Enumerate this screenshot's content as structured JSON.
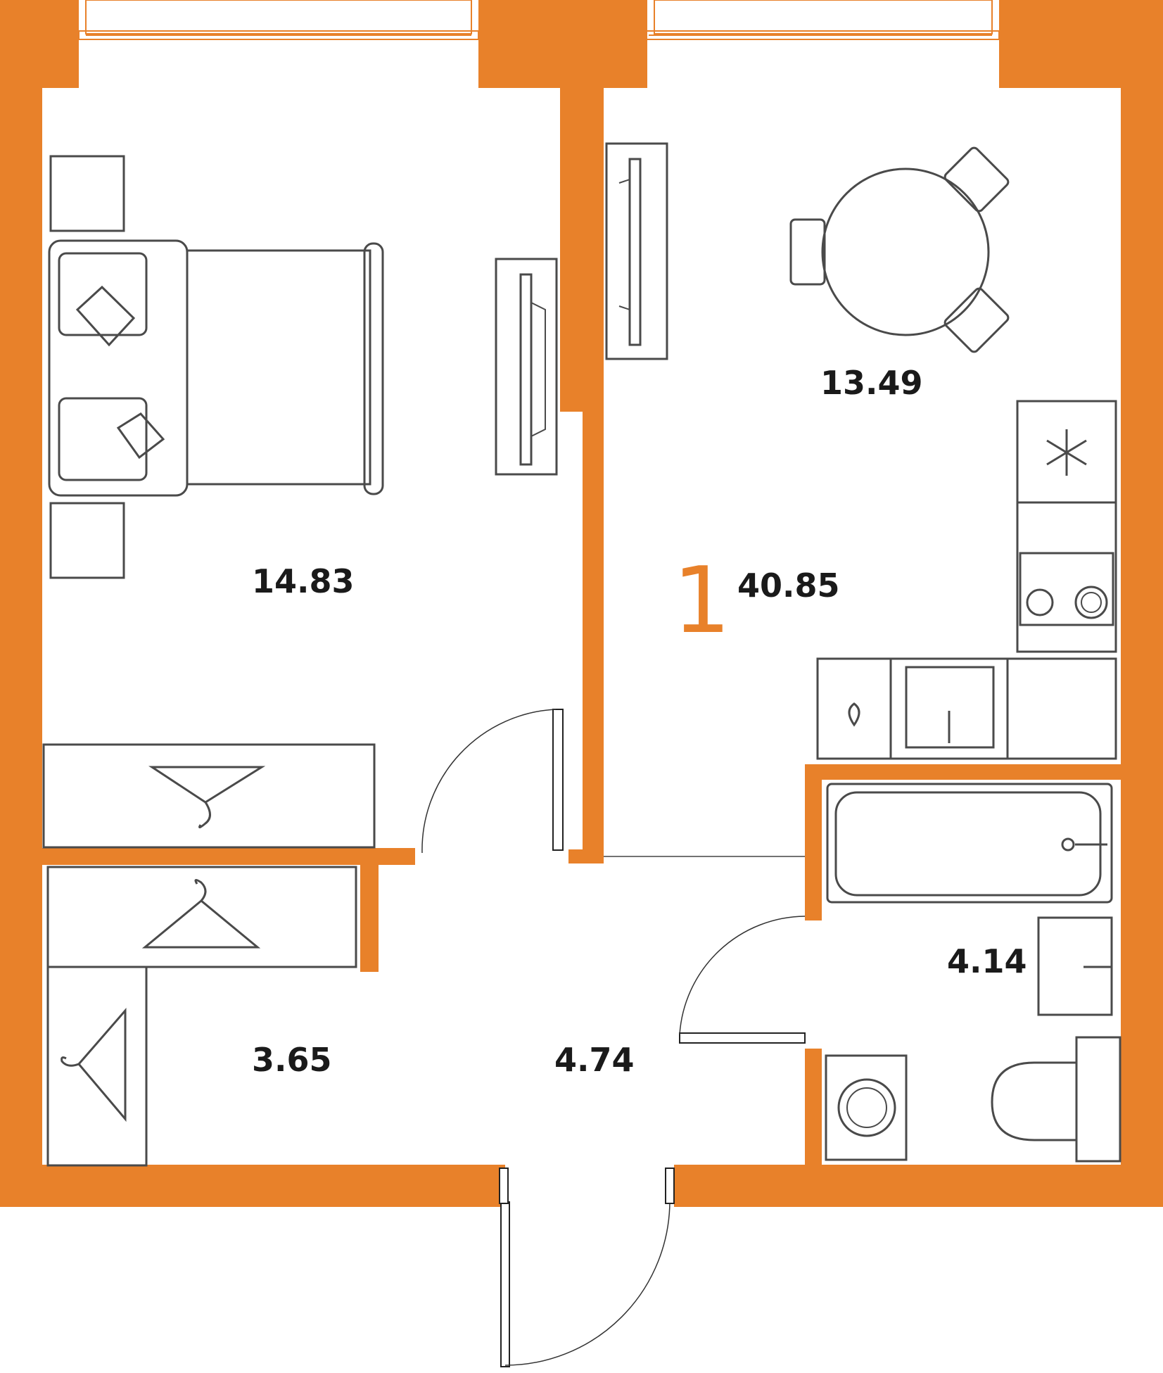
{
  "plan": {
    "rooms_count": "1",
    "total_area": "40.85",
    "rooms": {
      "bedroom": "14.83",
      "kitchen_living": "13.49",
      "bathroom": "4.14",
      "wardrobe": "3.65",
      "hallway": "4.74"
    }
  },
  "colors": {
    "wall": "#e8812a",
    "furniture_stroke": "#4a4a4a",
    "text": "#1a1a1a"
  },
  "icons": [
    "snowflake-icon",
    "hanger-icon",
    "faucet-icon",
    "drop-icon"
  ]
}
